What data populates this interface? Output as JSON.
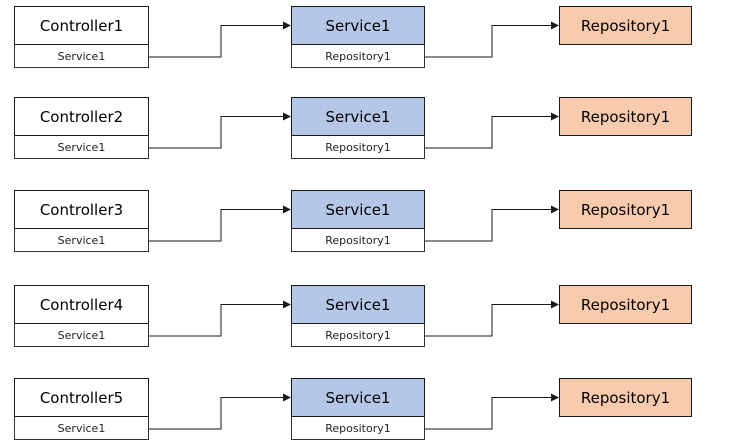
{
  "colors": {
    "service": "#b4c7e7",
    "repository": "#f8cbad",
    "line": "#1a1a1a"
  },
  "rows": [
    {
      "controller": "Controller1",
      "controller_dep": "Service1",
      "service": "Service1",
      "service_dep": "Repository1",
      "repository": "Repository1"
    },
    {
      "controller": "Controller2",
      "controller_dep": "Service1",
      "service": "Service1",
      "service_dep": "Repository1",
      "repository": "Repository1"
    },
    {
      "controller": "Controller3",
      "controller_dep": "Service1",
      "service": "Service1",
      "service_dep": "Repository1",
      "repository": "Repository1"
    },
    {
      "controller": "Controller4",
      "controller_dep": "Service1",
      "service": "Service1",
      "service_dep": "Repository1",
      "repository": "Repository1"
    },
    {
      "controller": "Controller5",
      "controller_dep": "Service1",
      "service": "Service1",
      "service_dep": "Repository1",
      "repository": "Repository1"
    }
  ]
}
